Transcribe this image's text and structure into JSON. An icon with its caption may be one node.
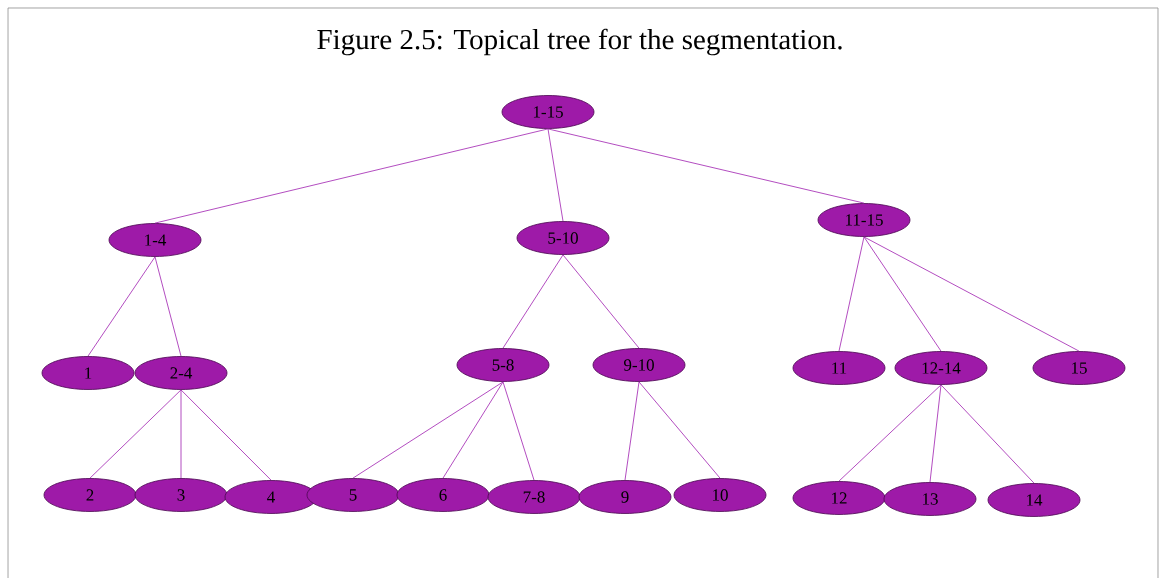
{
  "diagram": {
    "title": "Figure 2.5: Topical tree for the segmentation.",
    "nodes": [
      {
        "text": [
          "1-15"
        ]
      },
      {
        "text": [
          "1-4"
        ]
      },
      {
        "text": [
          "5-10"
        ]
      },
      {
        "text": [
          "11-15"
        ]
      },
      {
        "text": [
          "1"
        ]
      },
      {
        "text": [
          "2-4"
        ]
      },
      {
        "text": [
          "5-8"
        ]
      },
      {
        "text": [
          "9-10"
        ]
      },
      {
        "text": [
          "11"
        ]
      },
      {
        "text": [
          "12-14"
        ]
      },
      {
        "text": [
          "15"
        ]
      },
      {
        "text": [
          "2"
        ]
      },
      {
        "text": [
          "3"
        ]
      },
      {
        "text": [
          "4"
        ]
      },
      {
        "text": [
          "5"
        ]
      },
      {
        "text": [
          "6"
        ]
      },
      {
        "text": [
          "7-8"
        ]
      },
      {
        "text": [
          "9"
        ]
      },
      {
        "text": [
          "10"
        ]
      },
      {
        "text": [
          "12"
        ]
      },
      {
        "text": [
          "13"
        ]
      },
      {
        "text": [
          "14"
        ]
      }
    ],
    "edges": [
      {
        "from": 0,
        "to": 1,
        "arrow": "none"
      },
      {
        "from": 0,
        "to": 2,
        "arrow": "none"
      },
      {
        "from": 0,
        "to": 3,
        "arrow": "none"
      },
      {
        "from": 1,
        "to": 4,
        "arrow": "none"
      },
      {
        "from": 1,
        "to": 5,
        "arrow": "none"
      },
      {
        "from": 2,
        "to": 6,
        "arrow": "none"
      },
      {
        "from": 2,
        "to": 7,
        "arrow": "none"
      },
      {
        "from": 3,
        "to": 8,
        "arrow": "none"
      },
      {
        "from": 3,
        "to": 9,
        "arrow": "none"
      },
      {
        "from": 3,
        "to": 10,
        "arrow": "none"
      },
      {
        "from": 5,
        "to": 11,
        "arrow": "none"
      },
      {
        "from": 5,
        "to": 12,
        "arrow": "none"
      },
      {
        "from": 5,
        "to": 13,
        "arrow": "none"
      },
      {
        "from": 6,
        "to": 14,
        "arrow": "none"
      },
      {
        "from": 6,
        "to": 15,
        "arrow": "none"
      },
      {
        "from": 6,
        "to": 16,
        "arrow": "none"
      },
      {
        "from": 7,
        "to": 17,
        "arrow": "none"
      },
      {
        "from": 7,
        "to": 18,
        "arrow": "none"
      },
      {
        "from": 9,
        "to": 19,
        "arrow": "none"
      },
      {
        "from": 9,
        "to": 20,
        "arrow": "none"
      },
      {
        "from": 9,
        "to": 21,
        "arrow": "none"
      }
    ]
  }
}
